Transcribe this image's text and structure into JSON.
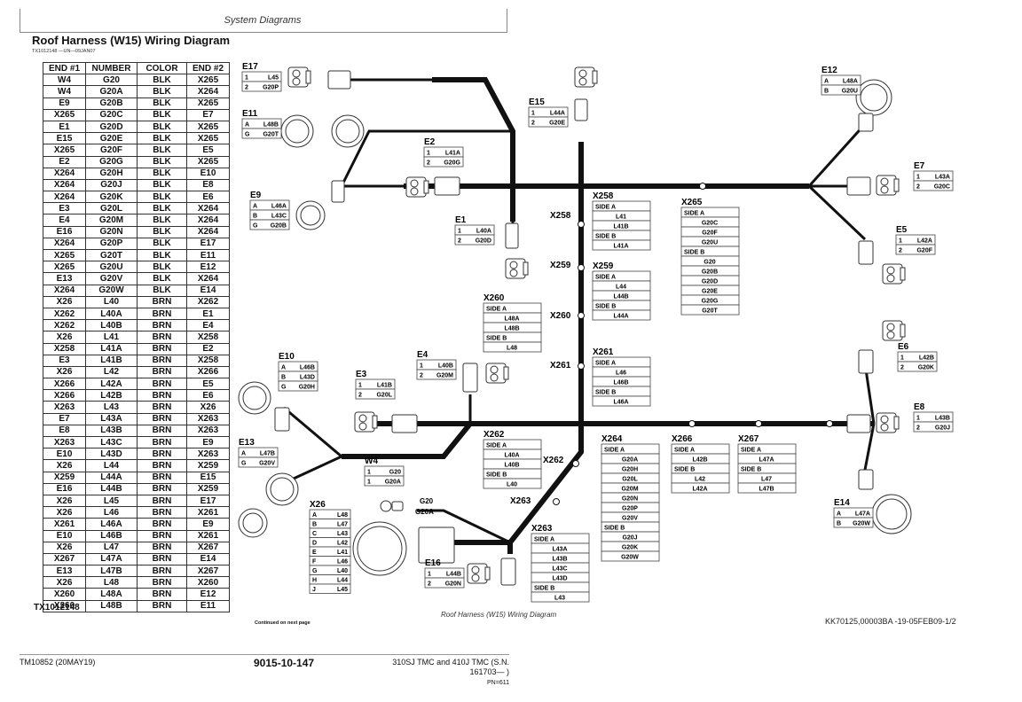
{
  "page": {
    "section_header": "System Diagrams",
    "title": "Roof Harness (W15) Wiring Diagram",
    "image_id_line": "TX1012148 —UN—09JAN07",
    "table_footer_id": "TX1012148",
    "caption": "Roof Harness (W15) Wiring Diagram",
    "continued": "Continued on next page",
    "ref_code": "KK70125,00003BA -19-05FEB09-1/2",
    "footer": {
      "manual": "TM10852 (20MAY19)",
      "page_number": "9015-10-147",
      "model_line1": "310SJ TMC and 410J TMC (S.N.",
      "model_line2": "161703— )",
      "pn": "PN=611"
    }
  },
  "wire_table": {
    "headers": [
      "END #1",
      "NUMBER",
      "COLOR",
      "END #2"
    ],
    "rows": [
      [
        "W4",
        "G20",
        "BLK",
        "X265"
      ],
      [
        "W4",
        "G20A",
        "BLK",
        "X264"
      ],
      [
        "E9",
        "G20B",
        "BLK",
        "X265"
      ],
      [
        "X265",
        "G20C",
        "BLK",
        "E7"
      ],
      [
        "E1",
        "G20D",
        "BLK",
        "X265"
      ],
      [
        "E15",
        "G20E",
        "BLK",
        "X265"
      ],
      [
        "X265",
        "G20F",
        "BLK",
        "E5"
      ],
      [
        "E2",
        "G20G",
        "BLK",
        "X265"
      ],
      [
        "X264",
        "G20H",
        "BLK",
        "E10"
      ],
      [
        "X264",
        "G20J",
        "BLK",
        "E8"
      ],
      [
        "X264",
        "G20K",
        "BLK",
        "E6"
      ],
      [
        "E3",
        "G20L",
        "BLK",
        "X264"
      ],
      [
        "E4",
        "G20M",
        "BLK",
        "X264"
      ],
      [
        "E16",
        "G20N",
        "BLK",
        "X264"
      ],
      [
        "X264",
        "G20P",
        "BLK",
        "E17"
      ],
      [
        "X265",
        "G20T",
        "BLK",
        "E11"
      ],
      [
        "X265",
        "G20U",
        "BLK",
        "E12"
      ],
      [
        "E13",
        "G20V",
        "BLK",
        "X264"
      ],
      [
        "X264",
        "G20W",
        "BLK",
        "E14"
      ],
      [
        "X26",
        "L40",
        "BRN",
        "X262"
      ],
      [
        "X262",
        "L40A",
        "BRN",
        "E1"
      ],
      [
        "X262",
        "L40B",
        "BRN",
        "E4"
      ],
      [
        "X26",
        "L41",
        "BRN",
        "X258"
      ],
      [
        "X258",
        "L41A",
        "BRN",
        "E2"
      ],
      [
        "E3",
        "L41B",
        "BRN",
        "X258"
      ],
      [
        "X26",
        "L42",
        "BRN",
        "X266"
      ],
      [
        "X266",
        "L42A",
        "BRN",
        "E5"
      ],
      [
        "X266",
        "L42B",
        "BRN",
        "E6"
      ],
      [
        "X263",
        "L43",
        "BRN",
        "X26"
      ],
      [
        "E7",
        "L43A",
        "BRN",
        "X263"
      ],
      [
        "E8",
        "L43B",
        "BRN",
        "X263"
      ],
      [
        "X263",
        "L43C",
        "BRN",
        "E9"
      ],
      [
        "E10",
        "L43D",
        "BRN",
        "X263"
      ],
      [
        "X26",
        "L44",
        "BRN",
        "X259"
      ],
      [
        "X259",
        "L44A",
        "BRN",
        "E15"
      ],
      [
        "E16",
        "L44B",
        "BRN",
        "X259"
      ],
      [
        "X26",
        "L45",
        "BRN",
        "E17"
      ],
      [
        "X26",
        "L46",
        "BRN",
        "X261"
      ],
      [
        "X261",
        "L46A",
        "BRN",
        "E9"
      ],
      [
        "E10",
        "L46B",
        "BRN",
        "X261"
      ],
      [
        "X26",
        "L47",
        "BRN",
        "X267"
      ],
      [
        "X267",
        "L47A",
        "BRN",
        "E14"
      ],
      [
        "E13",
        "L47B",
        "BRN",
        "X267"
      ],
      [
        "X26",
        "L48",
        "BRN",
        "X260"
      ],
      [
        "X260",
        "L48A",
        "BRN",
        "E12"
      ],
      [
        "X260",
        "L48B",
        "BRN",
        "E11"
      ]
    ]
  },
  "connectors": [
    {
      "id": "E17",
      "pins": [
        [
          "1",
          "L45"
        ],
        [
          "2",
          "G20P"
        ]
      ]
    },
    {
      "id": "E11",
      "pins": [
        [
          "A",
          "L48B"
        ],
        [
          "G",
          "G20T"
        ]
      ]
    },
    {
      "id": "E15",
      "pins": [
        [
          "1",
          "L44A"
        ],
        [
          "2",
          "G20E"
        ]
      ]
    },
    {
      "id": "E2",
      "pins": [
        [
          "1",
          "L41A"
        ],
        [
          "2",
          "G20G"
        ]
      ]
    },
    {
      "id": "E9",
      "pins": [
        [
          "A",
          "L46A"
        ],
        [
          "B",
          "L43C"
        ],
        [
          "G",
          "G20B"
        ]
      ]
    },
    {
      "id": "E1",
      "pins": [
        [
          "1",
          "L40A"
        ],
        [
          "2",
          "G20D"
        ]
      ]
    },
    {
      "id": "E12",
      "pins": [
        [
          "A",
          "L48A"
        ],
        [
          "B",
          "G20U"
        ]
      ]
    },
    {
      "id": "E7",
      "pins": [
        [
          "1",
          "L43A"
        ],
        [
          "2",
          "G20C"
        ]
      ]
    },
    {
      "id": "E5",
      "pins": [
        [
          "1",
          "L42A"
        ],
        [
          "2",
          "G20F"
        ]
      ]
    },
    {
      "id": "E6",
      "pins": [
        [
          "1",
          "L42B"
        ],
        [
          "2",
          "G20K"
        ]
      ]
    },
    {
      "id": "E8",
      "pins": [
        [
          "1",
          "L43B"
        ],
        [
          "2",
          "G20J"
        ]
      ]
    },
    {
      "id": "E14",
      "pins": [
        [
          "A",
          "L47A"
        ],
        [
          "B",
          "G20W"
        ]
      ]
    },
    {
      "id": "E10",
      "pins": [
        [
          "A",
          "L46B"
        ],
        [
          "B",
          "L43D"
        ],
        [
          "G",
          "G20H"
        ]
      ]
    },
    {
      "id": "E4",
      "pins": [
        [
          "1",
          "L40B"
        ],
        [
          "2",
          "G20M"
        ]
      ]
    },
    {
      "id": "E3",
      "pins": [
        [
          "1",
          "L41B"
        ],
        [
          "2",
          "G20L"
        ]
      ]
    },
    {
      "id": "E13",
      "pins": [
        [
          "A",
          "L47B"
        ],
        [
          "G",
          "G20V"
        ]
      ]
    },
    {
      "id": "W4",
      "pins": [
        [
          "1",
          "G20"
        ],
        [
          "1",
          "G20A"
        ]
      ]
    },
    {
      "id": "E16",
      "pins": [
        [
          "1",
          "L44B"
        ],
        [
          "2",
          "G20N"
        ]
      ]
    },
    {
      "id": "X26",
      "pins": [
        [
          "A",
          "L48"
        ],
        [
          "B",
          "L47"
        ],
        [
          "C",
          "L43"
        ],
        [
          "D",
          "L42"
        ],
        [
          "E",
          "L41"
        ],
        [
          "F",
          "L46"
        ],
        [
          "G",
          "L40"
        ],
        [
          "H",
          "L44"
        ],
        [
          "J",
          "L45"
        ]
      ]
    }
  ],
  "splices": [
    {
      "id": "X258",
      "rows": [
        [
          "SIDE A"
        ],
        [
          "L41"
        ],
        [
          "L41B"
        ],
        [
          "SIDE B"
        ],
        [
          "L41A"
        ]
      ]
    },
    {
      "id": "X265",
      "rows": [
        [
          "SIDE A"
        ],
        [
          "G20C"
        ],
        [
          "G20F"
        ],
        [
          "G20U"
        ],
        [
          "SIDE B"
        ],
        [
          "G20"
        ],
        [
          "G20B"
        ],
        [
          "G20D"
        ],
        [
          "G20E"
        ],
        [
          "G20G"
        ],
        [
          "G20T"
        ]
      ]
    },
    {
      "id": "X259",
      "rows": [
        [
          "SIDE A"
        ],
        [
          "L44"
        ],
        [
          "L44B"
        ],
        [
          "SIDE B"
        ],
        [
          "L44A"
        ]
      ]
    },
    {
      "id": "X260",
      "rows": [
        [
          "SIDE A"
        ],
        [
          "L48A"
        ],
        [
          "L48B"
        ],
        [
          "SIDE B"
        ],
        [
          "L48"
        ]
      ]
    },
    {
      "id": "X261",
      "rows": [
        [
          "SIDE A"
        ],
        [
          "L46"
        ],
        [
          "L46B"
        ],
        [
          "SIDE B"
        ],
        [
          "L46A"
        ]
      ]
    },
    {
      "id": "X262",
      "rows": [
        [
          "SIDE A"
        ],
        [
          "L40A"
        ],
        [
          "L40B"
        ],
        [
          "SIDE B"
        ],
        [
          "L40"
        ]
      ]
    },
    {
      "id": "X264",
      "rows": [
        [
          "SIDE A"
        ],
        [
          "G20A"
        ],
        [
          "G20H"
        ],
        [
          "G20L"
        ],
        [
          "G20M"
        ],
        [
          "G20N"
        ],
        [
          "G20P"
        ],
        [
          "G20V"
        ],
        [
          "SIDE B"
        ],
        [
          "G20J"
        ],
        [
          "G20K"
        ],
        [
          "G20W"
        ]
      ]
    },
    {
      "id": "X266",
      "rows": [
        [
          "SIDE A"
        ],
        [
          "L42B"
        ],
        [
          "SIDE B"
        ],
        [
          "L42"
        ],
        [
          "L42A"
        ]
      ]
    },
    {
      "id": "X267",
      "rows": [
        [
          "SIDE A"
        ],
        [
          "L47A"
        ],
        [
          "SIDE B"
        ],
        [
          "L47"
        ],
        [
          "L47B"
        ]
      ]
    },
    {
      "id": "X263",
      "rows": [
        [
          "SIDE A"
        ],
        [
          "L43A"
        ],
        [
          "L43B"
        ],
        [
          "L43C"
        ],
        [
          "L43D"
        ],
        [
          "SIDE B"
        ],
        [
          "L43"
        ]
      ]
    }
  ],
  "splice_point_labels": [
    "X258",
    "X259",
    "X260",
    "X261",
    "X262",
    "X263"
  ],
  "w4_branch_labels": [
    "G20",
    "G20A"
  ],
  "colors": {
    "harness": "#111111",
    "table_border": "#333333",
    "text": "#111111",
    "muted": "#888888"
  }
}
